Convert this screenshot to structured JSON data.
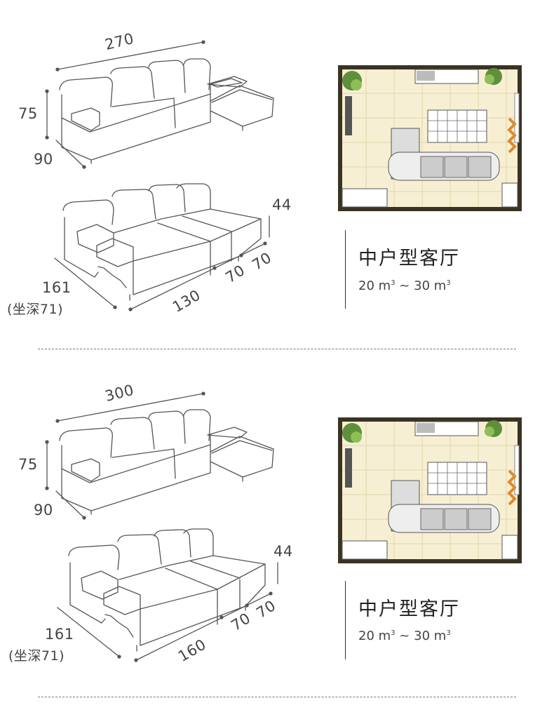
{
  "sections": [
    {
      "width": "270",
      "height": "75",
      "depth": "90",
      "step_height": "44",
      "depth_open": "161",
      "seat_depth": "(坐深71)",
      "length_main": "130",
      "module_a": "70",
      "module_b": "70",
      "room_title": "中户型客厅",
      "area_min": "20",
      "area_max": "30",
      "area_unit": "m",
      "area_exp": "3",
      "area_sep": "~"
    },
    {
      "width": "300",
      "height": "75",
      "depth": "90",
      "step_height": "44",
      "depth_open": "161",
      "seat_depth": "(坐深71)",
      "length_main": "160",
      "module_a": "70",
      "module_b": "70",
      "room_title": "中户型客厅",
      "area_min": "20",
      "area_max": "30",
      "area_unit": "m",
      "area_exp": "3",
      "area_sep": "~"
    }
  ],
  "colors": {
    "line": "#444444",
    "floor": "#f6efd3",
    "wall": "#3a3323",
    "plant": "#5f8f3a",
    "fire": "#e08a2a"
  }
}
